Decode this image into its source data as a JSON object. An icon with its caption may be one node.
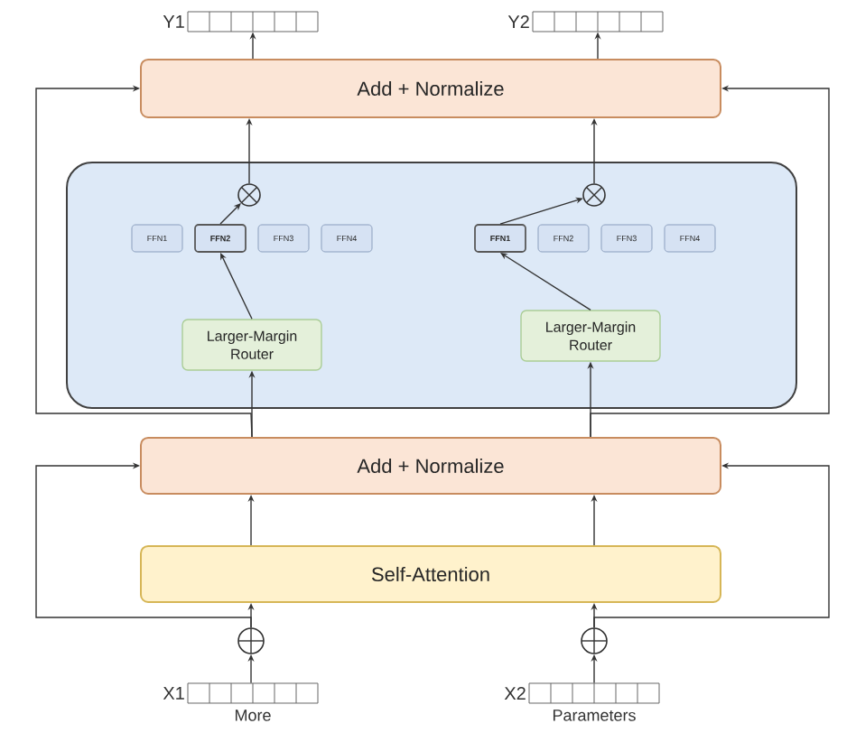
{
  "diagram": {
    "nodes": [
      {
        "text": [
          "Y1"
        ]
      },
      {
        "text": [
          "Y2"
        ]
      },
      {
        "text": [
          "Add + Normalize"
        ]
      },
      {
        "text": [],
        "shape": "box"
      },
      {
        "text": [],
        "shape": "circle",
        "in": 3
      },
      {
        "text": [],
        "shape": "circle",
        "in": 3
      },
      {
        "text": [
          "FFN1"
        ],
        "in": 3
      },
      {
        "text": [
          "FFN2"
        ],
        "in": 3
      },
      {
        "text": [
          "FFN3"
        ],
        "in": 3
      },
      {
        "text": [
          "FFN4"
        ],
        "in": 3
      },
      {
        "text": [
          "FFN1"
        ],
        "in": 3
      },
      {
        "text": [
          "FFN2"
        ],
        "in": 3
      },
      {
        "text": [
          "FFN3"
        ],
        "in": 3
      },
      {
        "text": [
          "FFN4"
        ],
        "in": 3
      },
      {
        "text": [
          "Larger-Margin Router"
        ],
        "in": 3
      },
      {
        "text": [
          "Larger-Margin Router"
        ],
        "in": 3
      },
      {
        "text": [
          "Add + Normalize"
        ]
      },
      {
        "text": [
          "Self-Attention"
        ]
      },
      {
        "text": [],
        "shape": "circle"
      },
      {
        "text": [],
        "shape": "circle"
      },
      {
        "text": [
          "X1"
        ],
        "beside": [
          "More"
        ]
      },
      {
        "text": [
          "X2"
        ],
        "beside": [
          "Parameters"
        ]
      }
    ],
    "edges": [
      {
        "from": 20,
        "to": 18,
        "arrow": "to"
      },
      {
        "from": 21,
        "to": 19,
        "arrow": "to"
      },
      {
        "from": 18,
        "to": 17,
        "arrow": "to"
      },
      {
        "from": 19,
        "to": 17,
        "arrow": "to"
      },
      {
        "from": 18,
        "to": 16,
        "arrow": "to"
      },
      {
        "from": 19,
        "to": 16,
        "arrow": "to"
      },
      {
        "from": 17,
        "to": 16,
        "arrow": "to"
      },
      {
        "from": 17,
        "to": 16,
        "arrow": "to"
      },
      {
        "from": 16,
        "to": 14,
        "arrow": "to"
      },
      {
        "from": 16,
        "to": 15,
        "arrow": "to"
      },
      {
        "from": 16,
        "to": 2,
        "arrow": "to"
      },
      {
        "from": 16,
        "to": 2,
        "arrow": "to"
      },
      {
        "from": 14,
        "to": 7,
        "arrow": "to"
      },
      {
        "from": 15,
        "to": 10,
        "arrow": "to"
      },
      {
        "from": 7,
        "to": 4,
        "arrow": "to"
      },
      {
        "from": 10,
        "to": 5,
        "arrow": "to"
      },
      {
        "from": 4,
        "to": 2,
        "arrow": "to"
      },
      {
        "from": 5,
        "to": 2,
        "arrow": "to"
      },
      {
        "from": 2,
        "to": 0,
        "arrow": "to"
      },
      {
        "from": 2,
        "to": 1,
        "arrow": "to"
      }
    ]
  }
}
